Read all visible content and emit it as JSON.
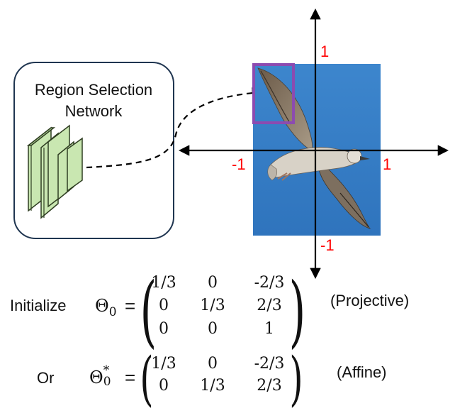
{
  "network": {
    "title_line1": "Region Selection",
    "title_line2": "Network"
  },
  "axes": {
    "y_top": "1",
    "y_bottom": "-1",
    "x_left": "-1",
    "x_right": "1",
    "tick_color": "#ff0000"
  },
  "colors": {
    "sky": "#3b82c8",
    "region_box": "#8c4bb0",
    "layer_fill": "#c9e7b1",
    "layer_stroke": "#2f3e22"
  },
  "equations": {
    "initialize_label": "Initialize",
    "theta0": "Θ",
    "theta0_sub": "0",
    "equals": "=",
    "projective_label": "(Projective)",
    "projective_matrix": [
      [
        "1/3",
        "0",
        "-2/3"
      ],
      [
        "0",
        "1/3",
        "2/3"
      ],
      [
        "0",
        "0",
        "1"
      ]
    ],
    "or_label": "Or",
    "theta0_star": "Θ",
    "theta0_star_sup": "*",
    "theta0_star_sub": "0",
    "affine_label": "(Affine)",
    "affine_matrix": [
      [
        "1/3",
        "0",
        "-2/3"
      ],
      [
        "0",
        "1/3",
        "2/3"
      ]
    ]
  }
}
